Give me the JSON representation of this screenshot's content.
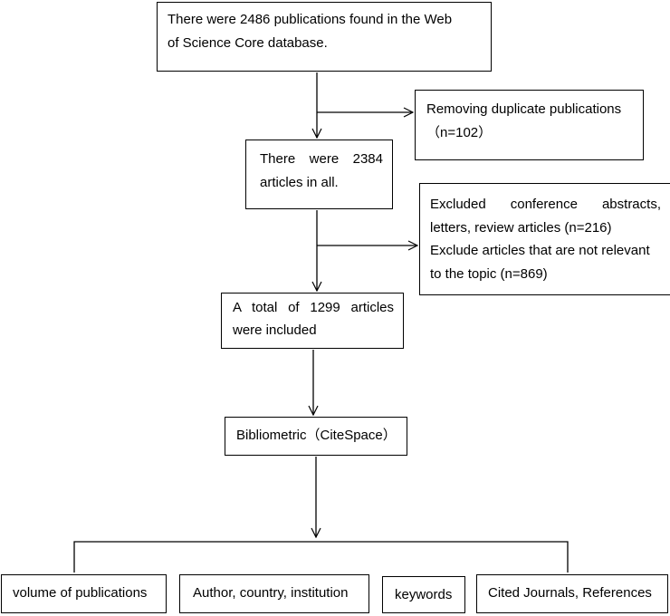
{
  "flowchart": {
    "identification": {
      "lines": [
        "There were 2486 publications found in the Web",
        "of Science Core database."
      ]
    },
    "duplicates_removed": {
      "lines": [
        "Removing duplicate publications",
        "（n=102）"
      ]
    },
    "after_dedup": {
      "lines": [
        "There were 2384",
        "articles in all."
      ]
    },
    "exclusions": {
      "lines": [
        "Excluded conference abstracts,",
        "letters, review articles (n=216)",
        "Exclude articles that are not relevant",
        "to the topic (n=869)"
      ]
    },
    "included": {
      "lines": [
        "A total of 1299 articles",
        "were included"
      ]
    },
    "analysis": {
      "label": "Bibliometric（CiteSpace）"
    },
    "outputs": [
      {
        "label": "volume of publications"
      },
      {
        "label": "Author, country, institution"
      },
      {
        "label": "keywords"
      },
      {
        "label": "Cited Journals, References"
      }
    ]
  }
}
